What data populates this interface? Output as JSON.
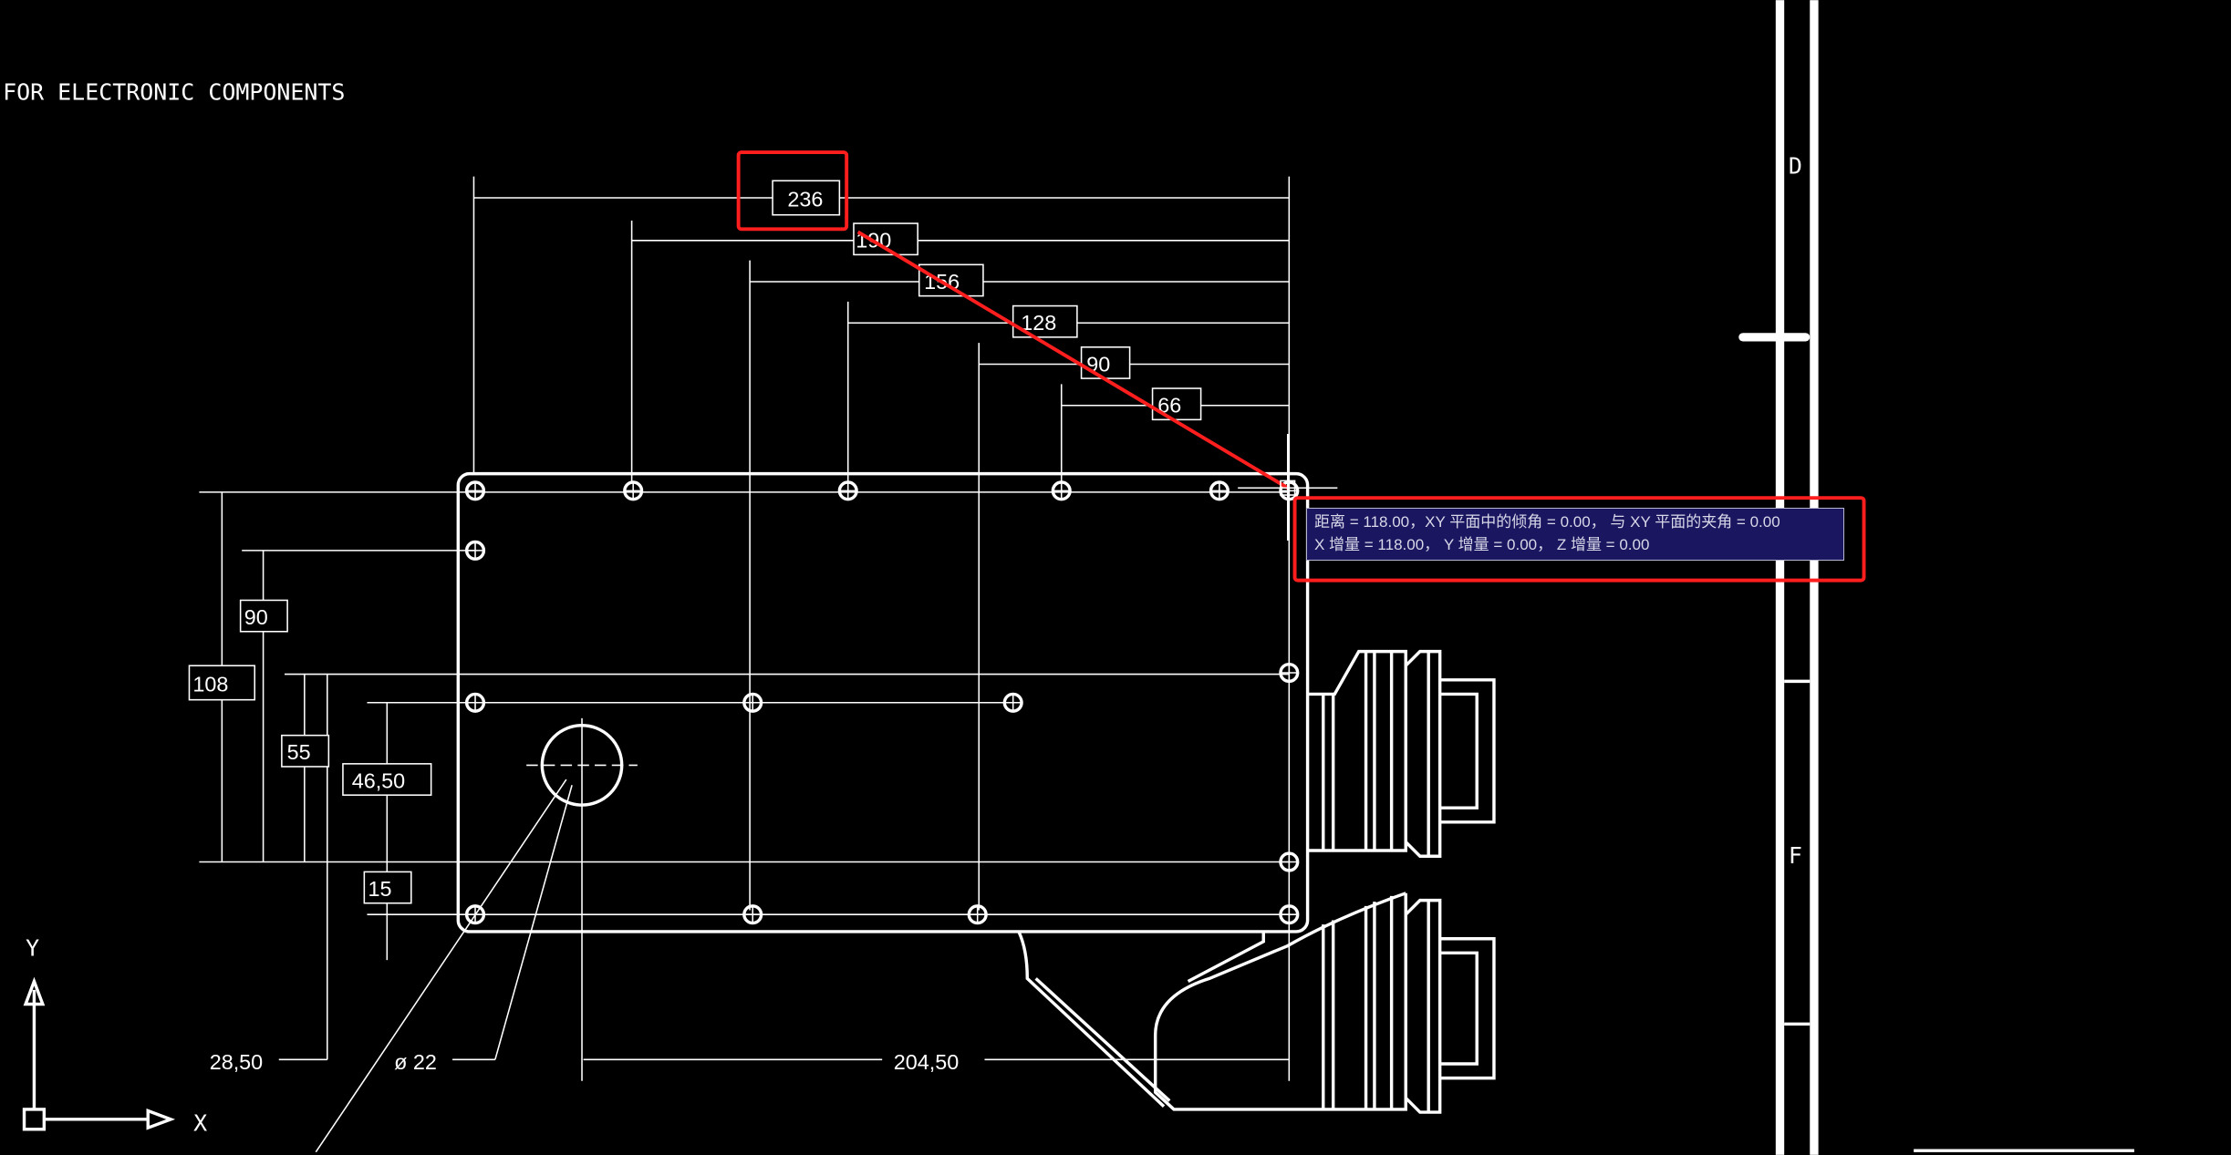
{
  "drawing": {
    "title_fragment": "FOR ELECTRONIC COMPONENTS",
    "border_labels": [
      "D",
      "F"
    ],
    "ucs": {
      "x_label": "X",
      "y_label": "Y"
    },
    "dimensions": {
      "top": [
        "236",
        "190",
        "156",
        "128",
        "90",
        "66"
      ],
      "left": [
        "108",
        "90",
        "55",
        "46,50",
        "15"
      ],
      "bottom_left": "28,50",
      "diameter": "ø 22",
      "bottom": "204,50"
    }
  },
  "tooltip": {
    "line1": "距离 = 118.00，XY 平面中的倾角 = 0.00，  与 XY 平面的夹角 = 0.00",
    "line2": "X 增量 = 118.00，  Y 增量 = 0.00，   Z 增量 = 0.00"
  },
  "colors": {
    "highlight": "#ff1e1e",
    "tooltip_bg": "#1a1660",
    "background": "#000000"
  }
}
